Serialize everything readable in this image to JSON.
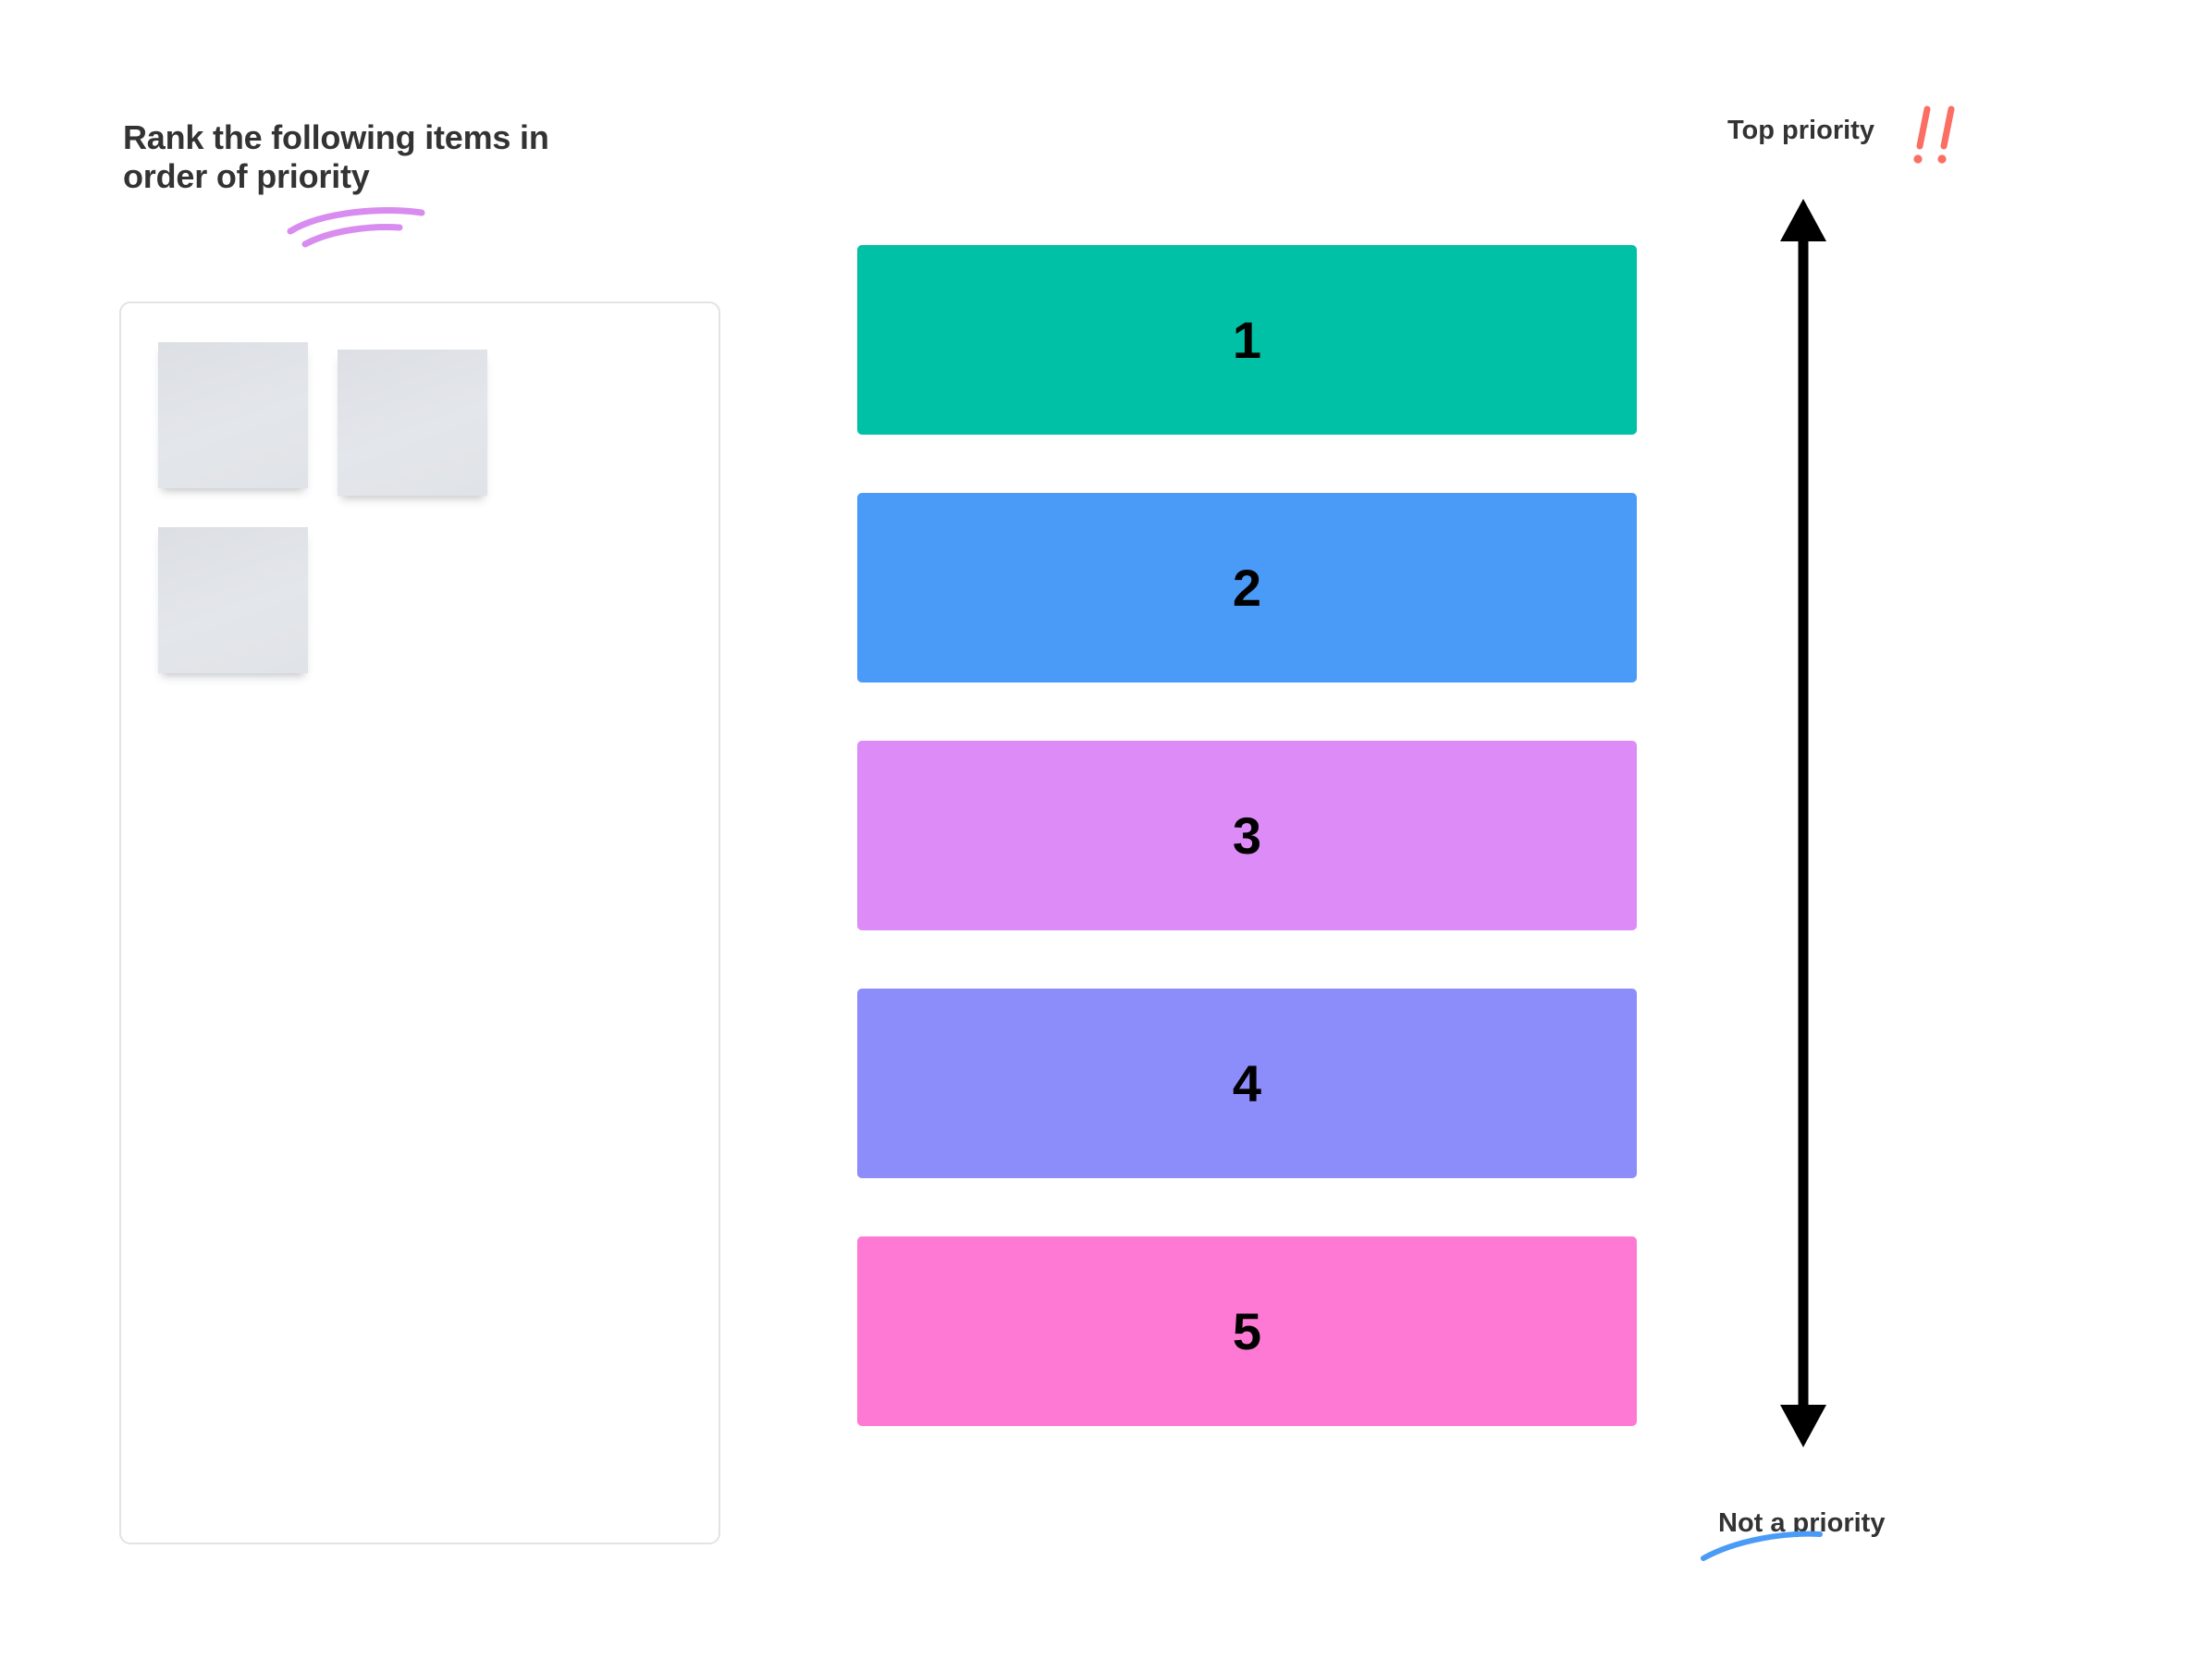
{
  "page": {
    "background": "#FFFFFF"
  },
  "prompt": {
    "title": "Rank the following items in\norder of priority",
    "underline_icon": "purple-double-arc-underline",
    "underline_color": "#D98CF0"
  },
  "tray": {
    "name": "sticky-note-tray",
    "border_color": "#E3E3E3",
    "notes": [
      {
        "id": "note-1",
        "text": "",
        "color": "#DFE2E6"
      },
      {
        "id": "note-2",
        "text": "",
        "color": "#DFE2E6"
      },
      {
        "id": "note-3",
        "text": "",
        "color": "#DFE2E6"
      }
    ]
  },
  "ranking": {
    "bars": [
      {
        "rank": "1",
        "color": "#00C0A5"
      },
      {
        "rank": "2",
        "color": "#4A9BF7"
      },
      {
        "rank": "3",
        "color": "#DC8BF7"
      },
      {
        "rank": "4",
        "color": "#8C8CFB"
      },
      {
        "rank": "5",
        "color": "#FD79D4"
      }
    ]
  },
  "scale": {
    "top_label": "Top priority",
    "bottom_label": "Not a priority",
    "emphasis_icon": "double-exclamation-icon",
    "emphasis_color": "#FB6E63",
    "arrow_icon": "double-headed-vertical-arrow-icon",
    "arrow_color": "#000000",
    "bottom_underline_icon": "blue-arc-underline",
    "bottom_underline_color": "#4A9BF7"
  }
}
